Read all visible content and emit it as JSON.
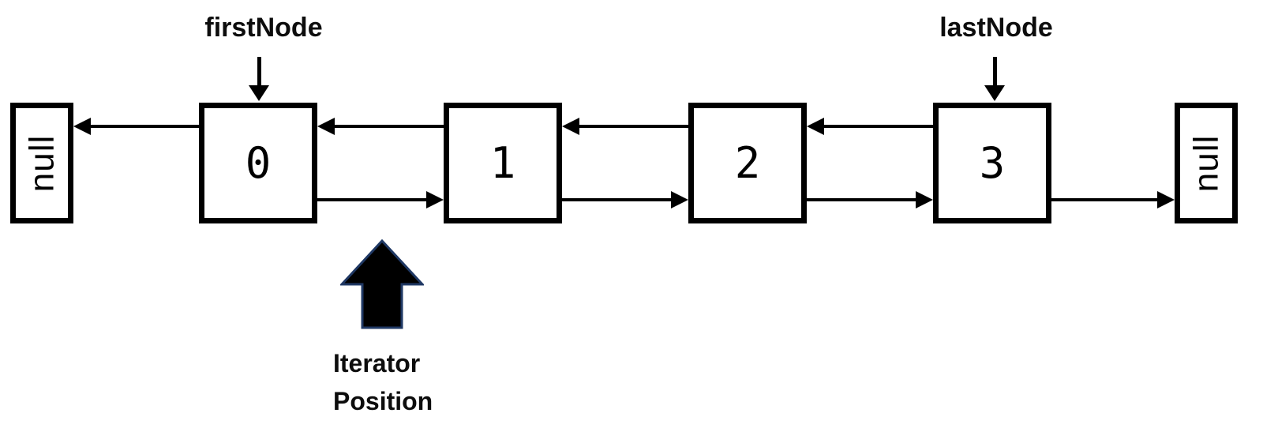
{
  "list": {
    "left_null": "null",
    "right_null": "null",
    "nodes": [
      {
        "value": "0"
      },
      {
        "value": "1"
      },
      {
        "value": "2"
      },
      {
        "value": "3"
      }
    ],
    "pointers": {
      "first": "firstNode",
      "last": "lastNode"
    },
    "iterator": {
      "line1": "Iterator",
      "line2": "Position"
    }
  },
  "colors": {
    "line": "#000000",
    "box_border": "#000000",
    "box_fill": "#FFFFFF",
    "background": "#FFFFFF",
    "text": "#0D0D0D",
    "iterator_arrow_fill": "#000000",
    "iterator_arrow_outline": "#1F3864"
  }
}
